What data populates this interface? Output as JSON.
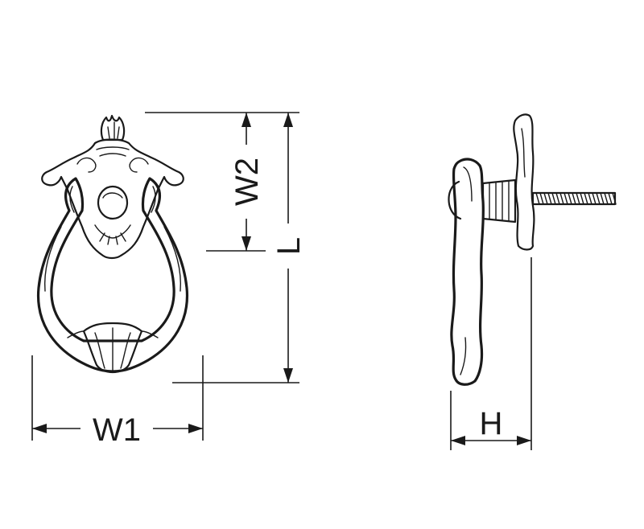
{
  "dimensions": {
    "w1_label": "W1",
    "w2_label": "W2",
    "l_label": "L",
    "h_label": "H"
  },
  "colors": {
    "line": "#1a1a1a",
    "background": "#ffffff"
  }
}
